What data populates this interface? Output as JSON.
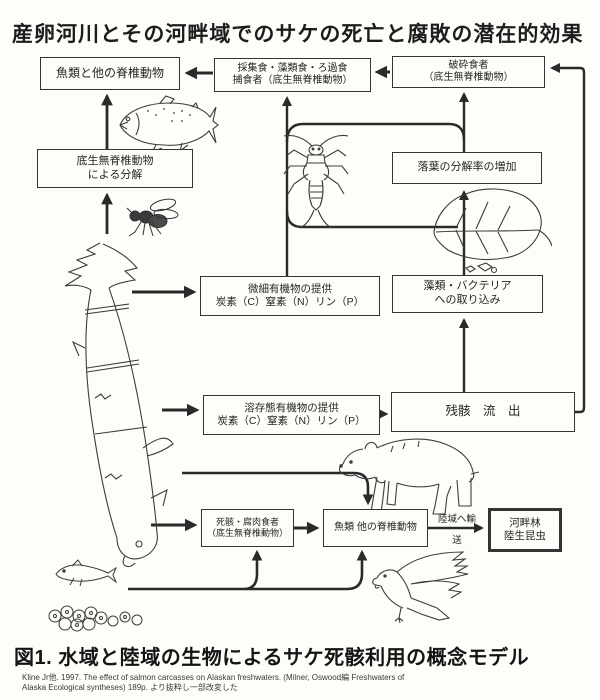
{
  "title": "産卵河川とその河畔域でのサケの死亡と腐敗の潜在的効果",
  "boxes": {
    "fish_vertebrates": {
      "line1": "魚類と他の脊椎動物"
    },
    "collectors": {
      "line1": "採集食・藻類食・ろ過食",
      "line2": "捕食者（底生無脊椎動物）"
    },
    "shredders": {
      "line1": "破砕食者",
      "line2": "（底生無脊椎動物）"
    },
    "benthic_decomposition": {
      "line1": "底生無脊椎動物",
      "line2": "による分解"
    },
    "litter_decomposition": {
      "line1": "落葉の分解率の増加"
    },
    "fine_organic": {
      "line1": "微細有機物の提供",
      "line2": "炭素（C）窒素（N）リン（P）"
    },
    "algae_bacteria": {
      "line1": "藻類・バクテリア",
      "line2": "への取り込み"
    },
    "dissolved_organic": {
      "line1": "溶存態有機物の提供",
      "line2": "炭素（C）窒素（N）リン（P）"
    },
    "carcass_washout": {
      "line1": "残骸　流　出"
    },
    "scavengers": {
      "line1": "死骸・腐肉食者",
      "line2": "（底生無脊椎動物）"
    },
    "fish_other_vertebrates": {
      "line1": "魚類 他の脊椎動物"
    },
    "riparian_forest": {
      "line1": "河畔林",
      "line2": "陸生昆虫"
    }
  },
  "arrow_labels": {
    "to_land_line1": "陸域へ輸",
    "to_land_line2": "送"
  },
  "caption": {
    "figure": "図1. 水域と陸域の生物によるサケ死骸利用の概念モデル",
    "citation_line1": "Kline Jr他. 1997. The effect of salmon carcasses on Alaskan freshwaters. (Milner, Oswood編 Freshwaters of",
    "citation_line2": "Alaska Ecological syntheses) 189p. より抜粋し一部改変した"
  },
  "illustrations": {
    "live_salmon": "live-salmon",
    "salmon_carcass": "salmon-carcass",
    "blowfly": "blowfly",
    "stonefly_nymph": "stonefly-nymph",
    "leaf": "fallen-leaf",
    "bear": "brown-bear",
    "eagle": "eagle",
    "sculpin": "small-fish",
    "salmon_eggs": "salmon-eggs"
  },
  "colors": {
    "ink": "#2a2a2a",
    "paper": "#fdfdf9"
  }
}
